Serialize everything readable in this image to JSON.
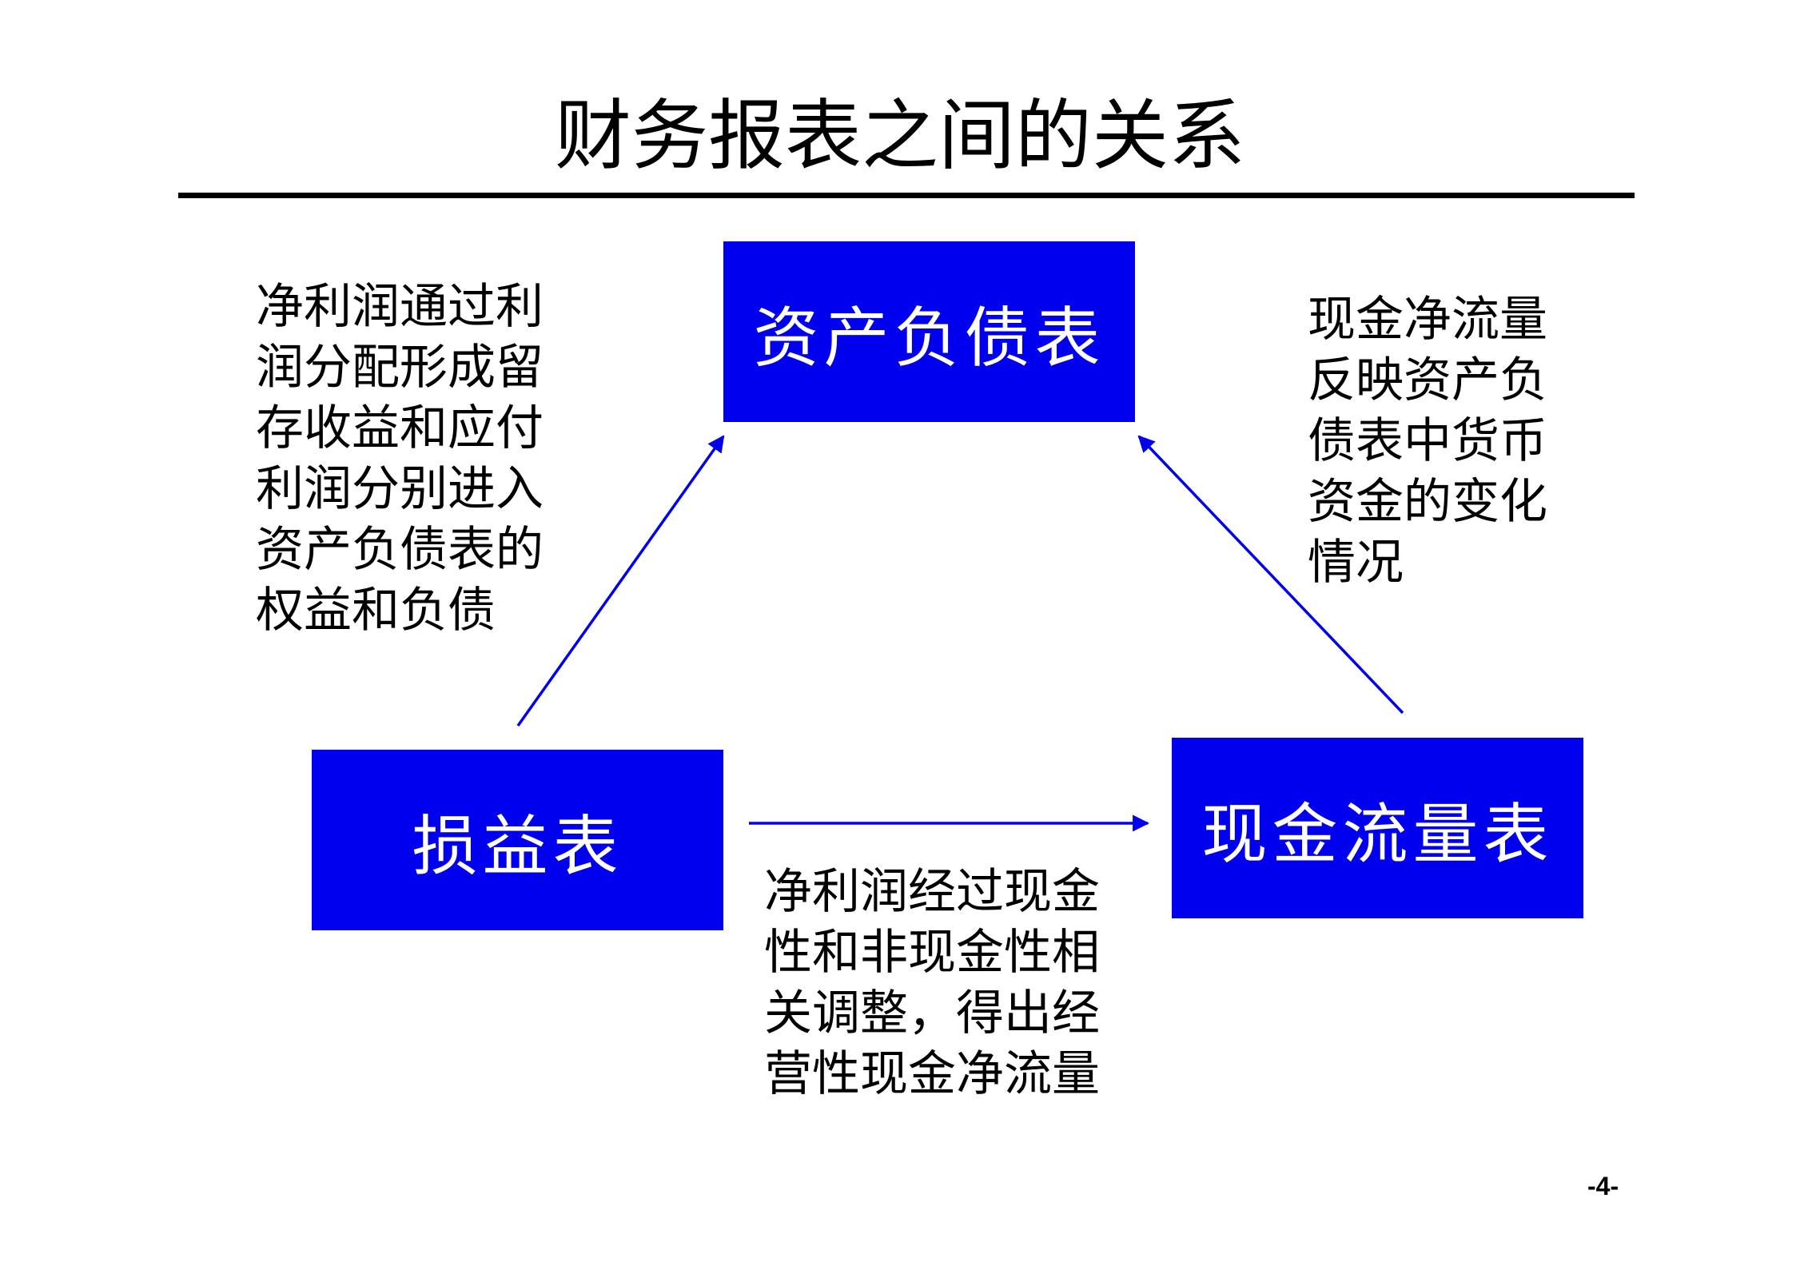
{
  "title": "财务报表之间的关系",
  "colors": {
    "box_fill": "#0000ee",
    "box_text": "#ffffff",
    "arrow": "#0000ee",
    "rule": "#000000"
  },
  "boxes": {
    "balance_sheet": "资产负债表",
    "income_statement": "损益表",
    "cash_flow_statement": "现金流量表"
  },
  "captions": {
    "income_to_balance": [
      "净利润通过利",
      "润分配形成留",
      "存收益和应付",
      "利润分别进入",
      "资产负债表的",
      "权益和负债"
    ],
    "cash_to_balance": [
      "现金净流量",
      "反映资产负",
      "债表中货币",
      "资金的变化",
      "情况"
    ],
    "income_to_cash": [
      "净利润经过现金",
      "性和非现金性相",
      "关调整，得出经",
      "营性现金净流量"
    ]
  },
  "edges": [
    {
      "from": "income_statement",
      "to": "balance_sheet"
    },
    {
      "from": "cash_flow_statement",
      "to": "balance_sheet"
    },
    {
      "from": "income_statement",
      "to": "cash_flow_statement"
    }
  ],
  "page_number": "-4-"
}
